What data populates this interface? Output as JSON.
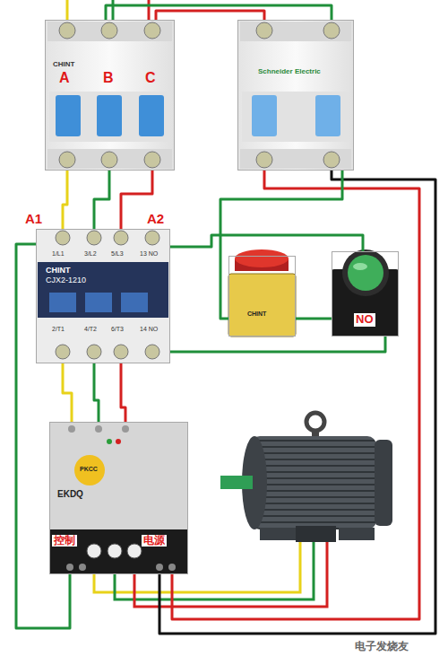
{
  "diagram": {
    "nodes": [
      {
        "text": [
          "CHINT"
        ]
      },
      {
        "text": [
          "Schneider Electric"
        ]
      },
      {
        "text": [
          "CHINT",
          "CJX2-1210"
        ]
      },
      {
        "text": [
          "CHINT"
        ]
      },
      {
        "text": [
          "NO"
        ]
      },
      {
        "text": [
          "PKCC",
          "EKDQ"
        ]
      }
    ],
    "edges": [
      {
        "from": 0,
        "to": 2,
        "arrow": "none"
      },
      {
        "from": 0,
        "to": 2,
        "arrow": "none"
      },
      {
        "from": 0,
        "to": 2,
        "arrow": "none"
      },
      {
        "from": 0,
        "to": 1,
        "arrow": "none"
      },
      {
        "from": 0,
        "to": 1,
        "arrow": "none"
      },
      {
        "from": 1,
        "to": 5,
        "arrow": "none"
      },
      {
        "from": 1,
        "to": 5,
        "arrow": "none"
      },
      {
        "from": 1,
        "to": 3,
        "arrow": "none"
      },
      {
        "from": 3,
        "to": 4,
        "arrow": "none"
      },
      {
        "from": 2,
        "to": 4,
        "arrow": "none"
      },
      {
        "from": 2,
        "to": 4,
        "arrow": "none"
      },
      {
        "from": 2,
        "to": 5,
        "arrow": "none"
      },
      {
        "from": 2,
        "to": 5,
        "arrow": "none"
      },
      {
        "from": 2,
        "to": 5,
        "arrow": "none"
      },
      {
        "from": 5,
        "to": 2,
        "arrow": "none"
      }
    ],
    "labels": [
      "A",
      "B",
      "C",
      "A1",
      "A2",
      "1/L1",
      "3/L2",
      "5/L3",
      "13 NO",
      "2/T1",
      "4/T2",
      "6/T3",
      "14 NO",
      "控制",
      "电源",
      "电子发烧友"
    ]
  }
}
